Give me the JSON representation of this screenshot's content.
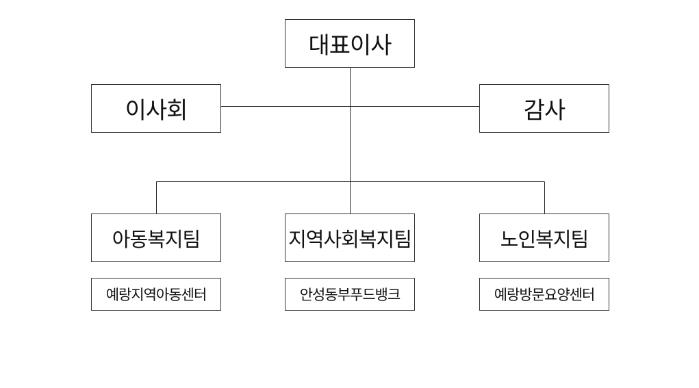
{
  "org": {
    "ceo": "대표이사",
    "board": "이사회",
    "auditor": "감사",
    "teams": [
      "아동복지팀",
      "지역사회복지팀",
      "노인복지팀"
    ],
    "centers": [
      "예랑지역아동센터",
      "안성동부푸드뱅크",
      "예랑방문요양센터"
    ]
  }
}
